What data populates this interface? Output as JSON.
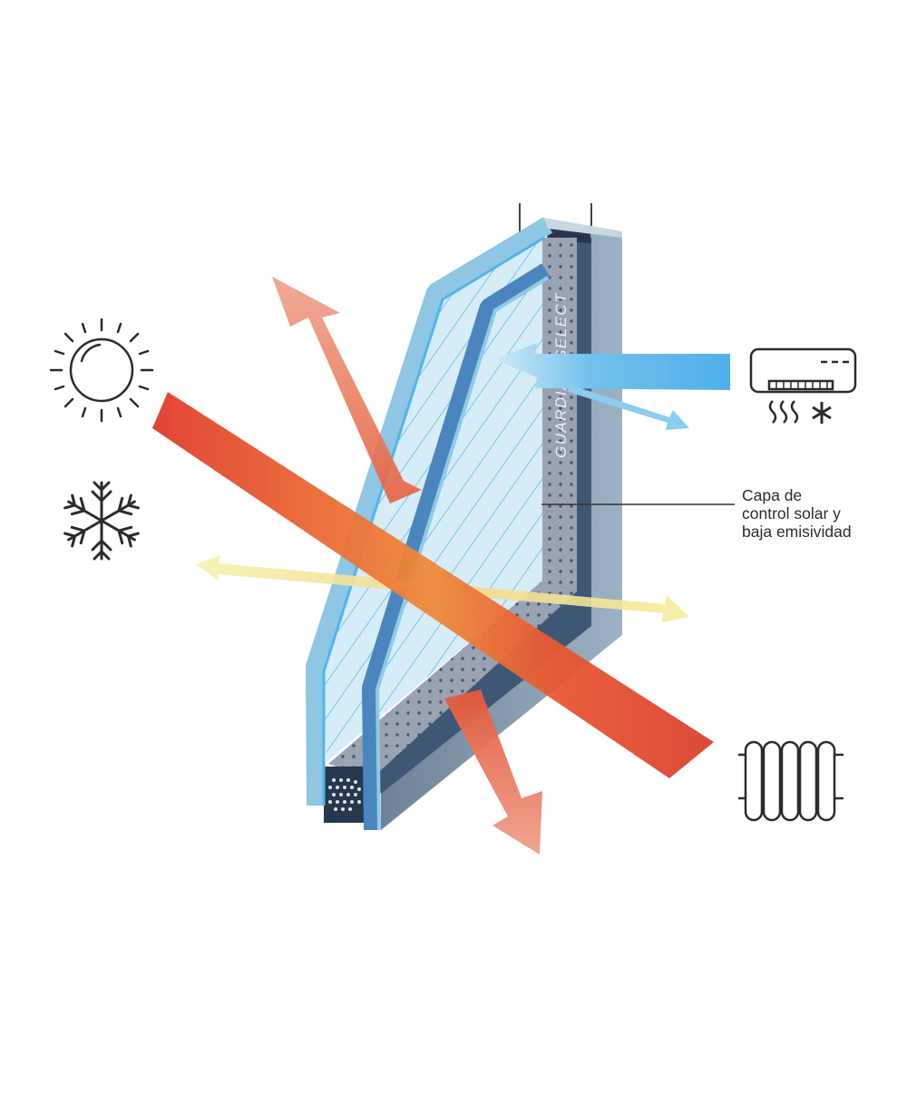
{
  "diagram": {
    "brand_text": "GUARDIAN SELECT",
    "callout": {
      "lines": [
        "Capa de",
        "control solar y",
        "baja emisividad"
      ]
    },
    "icons": {
      "sun": "sun-icon",
      "cold": "snowflake-icon",
      "air_conditioner": "air-conditioner-icon",
      "heater": "radiator-icon"
    },
    "colors": {
      "heat_red": "#e2462f",
      "reflect_salmon": "#ec8f7a",
      "light_yellow": "#f3ec8e",
      "cool_blue": "#58b3e8",
      "glass_light": "#a9d6ee",
      "spacer_gray": "#8f98a8",
      "frame_navy": "#34506f"
    }
  }
}
